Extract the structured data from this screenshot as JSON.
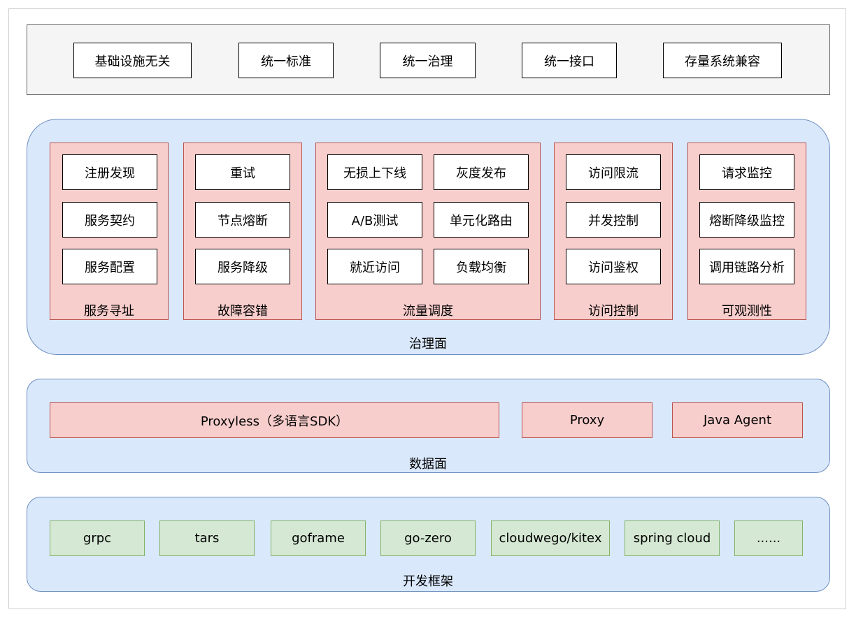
{
  "top_layer": {
    "items": [
      "基础设施无关",
      "统一标准",
      "统一治理",
      "统一接口",
      "存量系统兼容"
    ]
  },
  "governance": {
    "label": "治理面",
    "groups": [
      {
        "label": "服务寻址",
        "items": [
          "注册发现",
          "服务契约",
          "服务配置"
        ]
      },
      {
        "label": "故障容错",
        "items": [
          "重试",
          "节点熔断",
          "服务降级"
        ]
      },
      {
        "label": "流量调度",
        "items": [
          "无损上下线",
          "灰度发布",
          "A/B测试",
          "单元化路由",
          "就近访问",
          "负载均衡"
        ]
      },
      {
        "label": "访问控制",
        "items": [
          "访问限流",
          "并发控制",
          "访问鉴权"
        ]
      },
      {
        "label": "可观测性",
        "items": [
          "请求监控",
          "熔断降级监控",
          "调用链路分析"
        ]
      }
    ]
  },
  "data_plane": {
    "label": "数据面",
    "items": [
      "Proxyless（多语言SDK）",
      "Proxy",
      "Java Agent"
    ]
  },
  "frameworks": {
    "label": "开发框架",
    "items": [
      "grpc",
      "tars",
      "goframe",
      "go-zero",
      "cloudwego/kitex",
      "spring cloud",
      "......"
    ]
  },
  "colors": {
    "top_layer_fill": "#f5f5f5",
    "layer_fill": "#dae8fc",
    "layer_stroke": "#6c8ebf",
    "pink_fill": "#f8cecc",
    "pink_stroke": "#b85450",
    "green_fill": "#d5e8d4",
    "green_stroke": "#82b366"
  }
}
